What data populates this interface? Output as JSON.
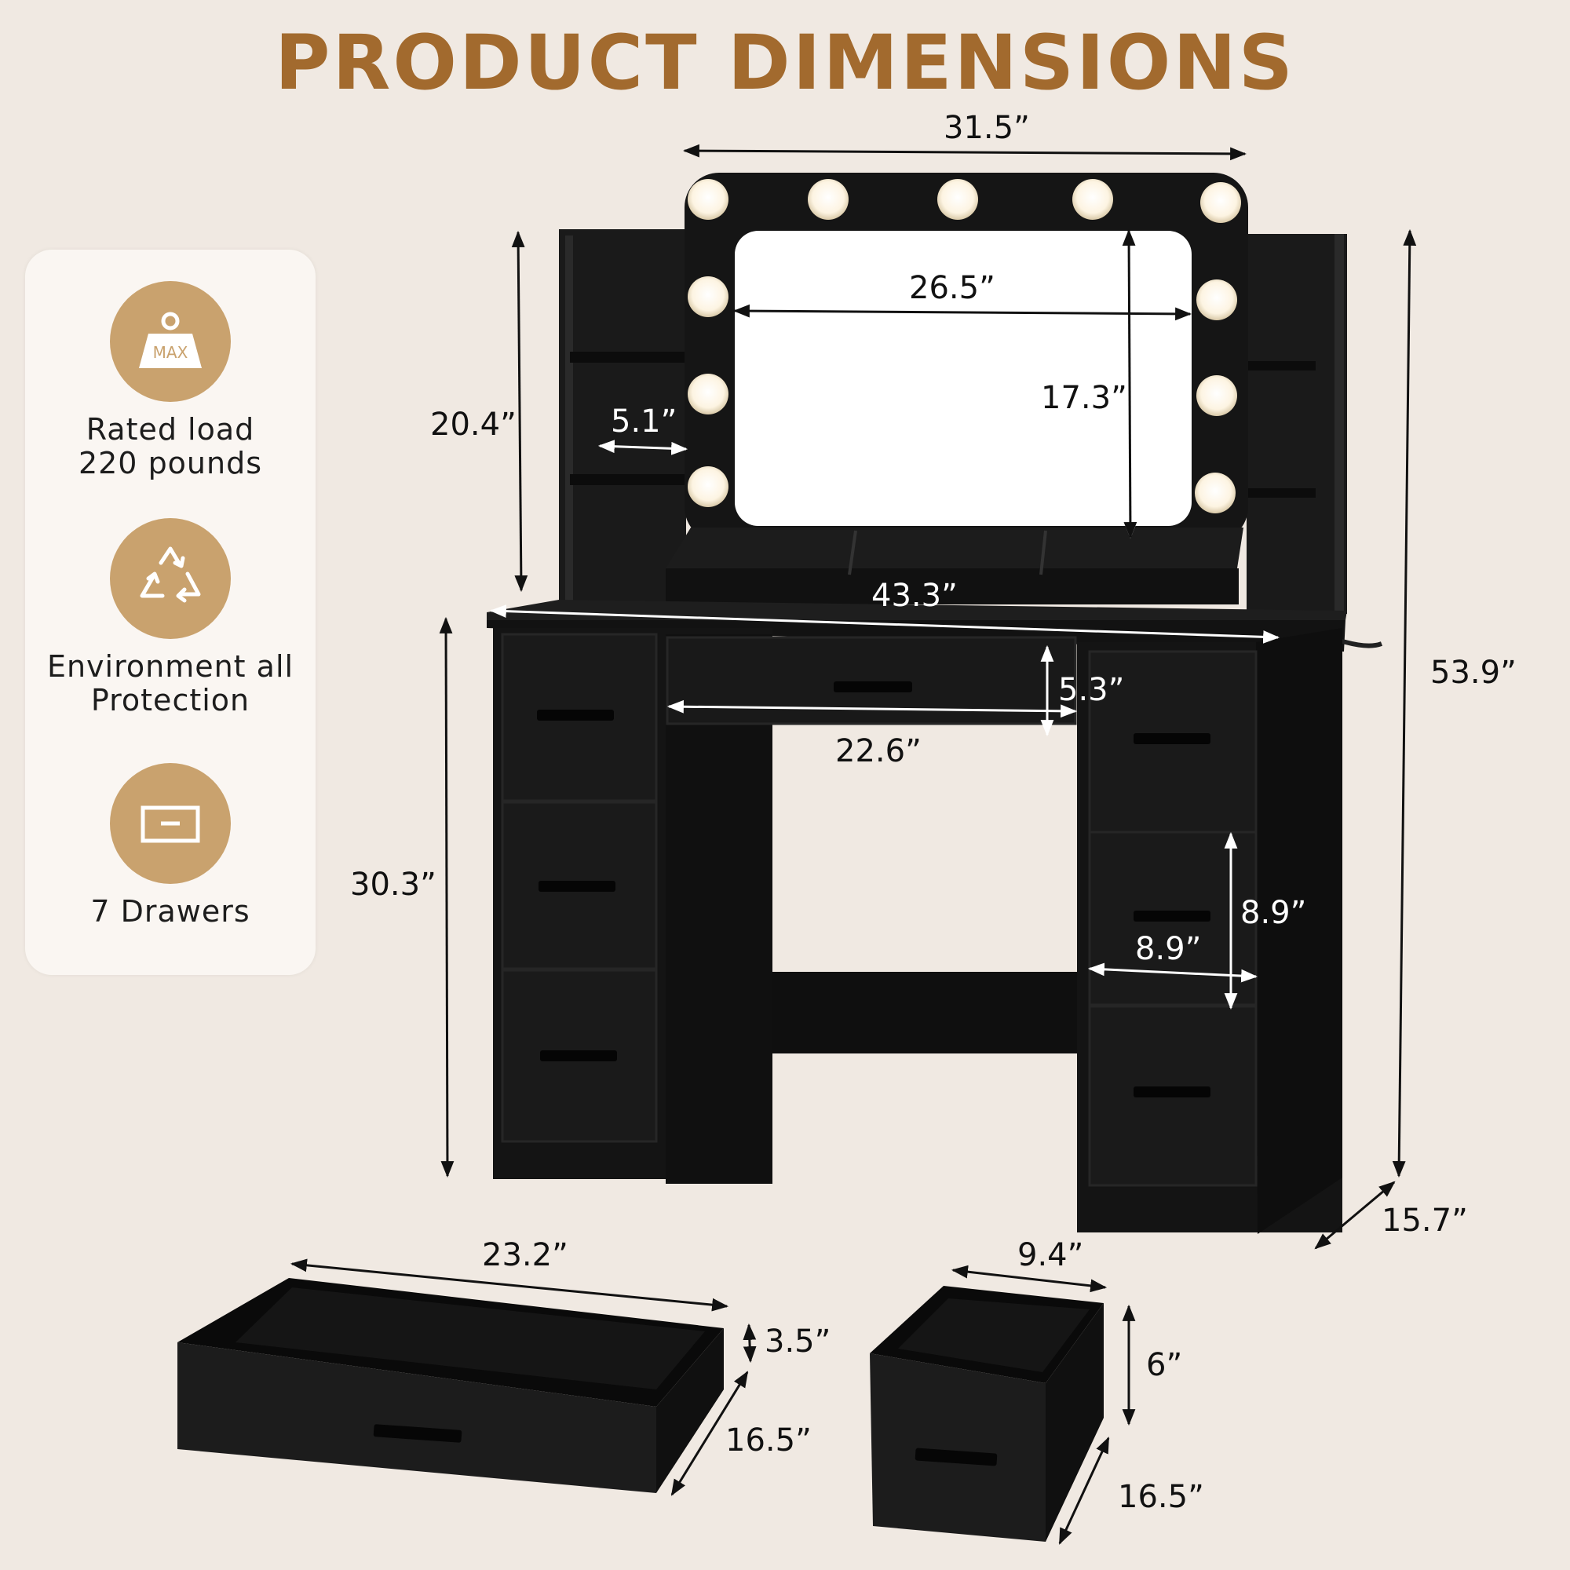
{
  "title": "PRODUCT DIMENSIONS",
  "features": [
    {
      "icon": "weight-icon",
      "icon_text": "MAX",
      "label_line1": "Rated load",
      "label_line2": "220 pounds"
    },
    {
      "icon": "recycle-icon",
      "label_line1": "Environment all",
      "label_line2": "Protection"
    },
    {
      "icon": "drawer-icon",
      "label_line1": "7 Drawers",
      "label_line2": ""
    }
  ],
  "dimensions": {
    "mirror_outer_width": "31.5”",
    "mirror_glass_width": "26.5”",
    "mirror_glass_height": "17.3”",
    "hutch_height": "20.4”",
    "shelf_depth": "5.1”",
    "desktop_width": "43.3”",
    "total_height": "53.9”",
    "desk_height": "30.3”",
    "center_drawer_height": "5.3”",
    "center_drawer_width": "22.6”",
    "side_drawer_height": "8.9”",
    "side_drawer_width": "8.9”",
    "depth": "15.7”",
    "large_drawer_width": "23.2”",
    "large_drawer_height": "3.5”",
    "large_drawer_depth": "16.5”",
    "small_drawer_width": "9.4”",
    "small_drawer_height": "6”",
    "small_drawer_depth": "16.5”"
  },
  "colors": {
    "accent_gold": "#a26a2e",
    "icon_circle": "#c9a26e",
    "furniture_black": "#141414",
    "background": "#f0e9e2"
  }
}
